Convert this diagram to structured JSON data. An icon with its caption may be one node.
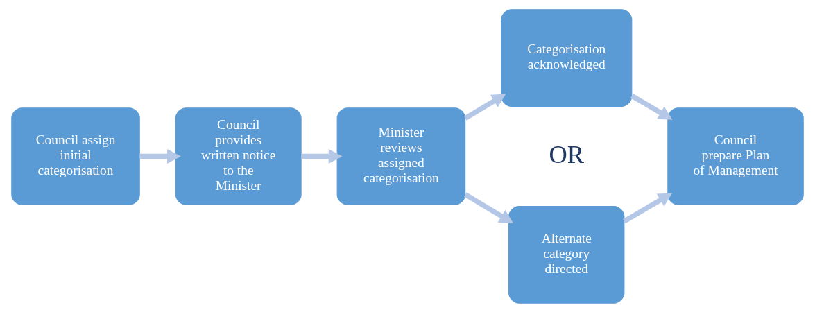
{
  "diagram": {
    "nodes": [
      {
        "text": [
          "Council assign initial categorisation"
        ]
      },
      {
        "text": [
          "Council provides written notice to the Minister"
        ]
      },
      {
        "text": [
          "Minister reviews assigned categorisation"
        ]
      },
      {
        "text": [
          "Categorisation acknowledged"
        ]
      },
      {
        "text": [
          "Alternate category directed"
        ]
      },
      {
        "text": [
          "Council prepare Plan of Management"
        ]
      }
    ],
    "edges": [
      {
        "from": 0,
        "to": 1,
        "arrow": "to"
      },
      {
        "from": 1,
        "to": 2,
        "arrow": "to"
      },
      {
        "from": 2,
        "to": 3,
        "arrow": "to"
      },
      {
        "from": 2,
        "to": 4,
        "arrow": "to"
      },
      {
        "from": 3,
        "to": 5,
        "arrow": "to"
      },
      {
        "from": 4,
        "to": 5,
        "arrow": "to"
      }
    ],
    "labels": [
      "OR"
    ]
  }
}
